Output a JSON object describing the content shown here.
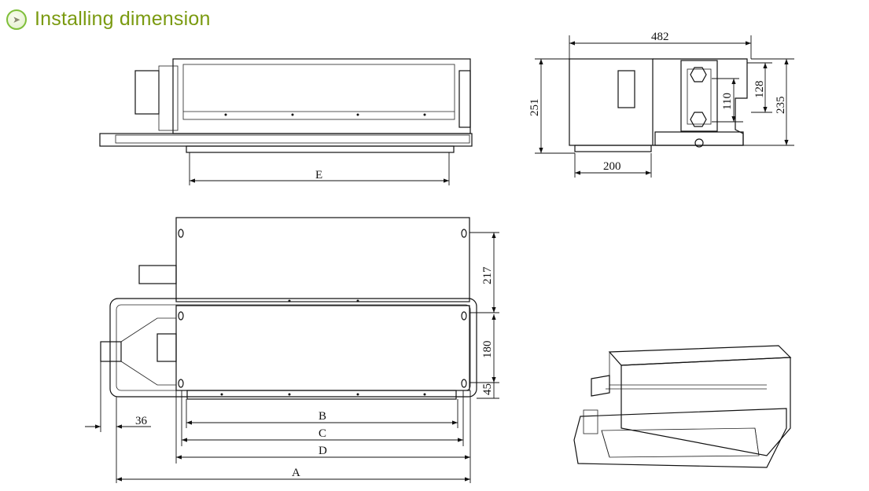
{
  "header": {
    "title": "Installing dimension",
    "icon": "chevron-right-icon"
  },
  "side_view": {
    "dim_e": "E"
  },
  "end_view": {
    "dim_width": "482",
    "dim_height": "251",
    "dim_base": "200",
    "dim_pipe_spacing": "110",
    "dim_outlet_height": "128",
    "dim_outlet_total": "235"
  },
  "plan_view": {
    "dim_upper": "217",
    "dim_lower": "180",
    "dim_edge": "45",
    "dim_offset": "36",
    "dim_b": "B",
    "dim_c": "C",
    "dim_d": "D",
    "dim_a": "A"
  }
}
